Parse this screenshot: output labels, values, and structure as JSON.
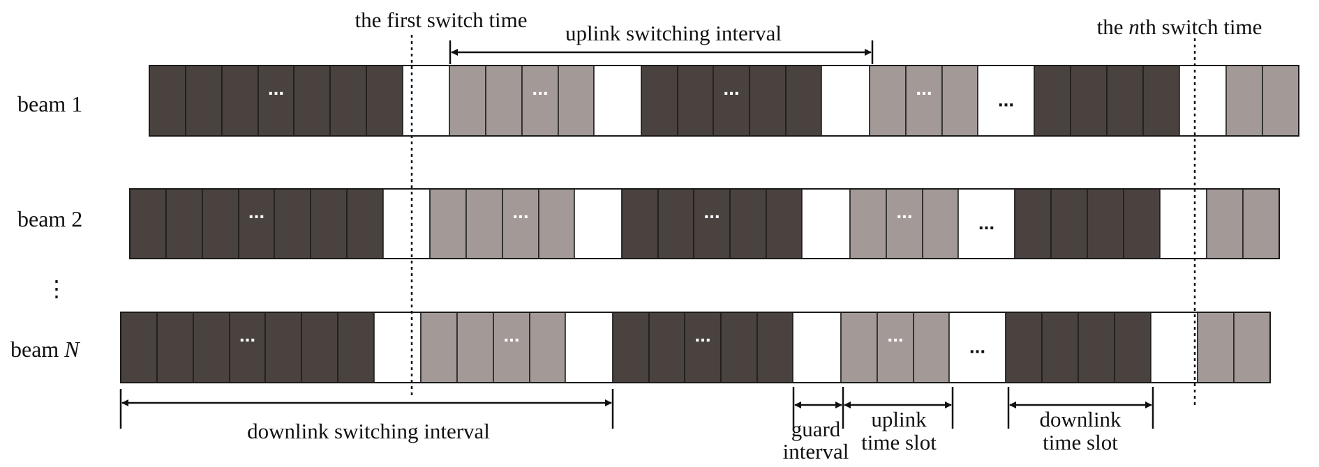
{
  "rows": [
    {
      "label": "beam 1",
      "italic_part": ""
    },
    {
      "label": "beam 2",
      "italic_part": ""
    },
    {
      "label": "beam ",
      "italic_part": "N"
    }
  ],
  "row_gap_marker": "⋮",
  "slot_ellipsis": "...",
  "annotations": {
    "first_switch_time": "the first switch time",
    "nth_switch_time_prefix": "the ",
    "nth_switch_time_italic": "n",
    "nth_switch_time_suffix": "th switch time",
    "uplink_switching_interval": "uplink switching interval",
    "downlink_switching_interval": "downlink switching interval",
    "guard_interval_line1": "guard",
    "guard_interval_line2": "interval",
    "uplink_time_slot_line1": "uplink",
    "uplink_time_slot_line2": "time slot",
    "downlink_time_slot_line1": "downlink",
    "downlink_time_slot_line2": "time slot"
  },
  "colors": {
    "downlink_slot": "#4a423f",
    "uplink_slot": "#a39a97",
    "guard_slot": "#ffffff",
    "outline": "#1a1a1a"
  },
  "legend": {
    "downlink_slot": "downlink time slot",
    "uplink_slot": "uplink time slot",
    "guard_slot": "guard interval"
  }
}
